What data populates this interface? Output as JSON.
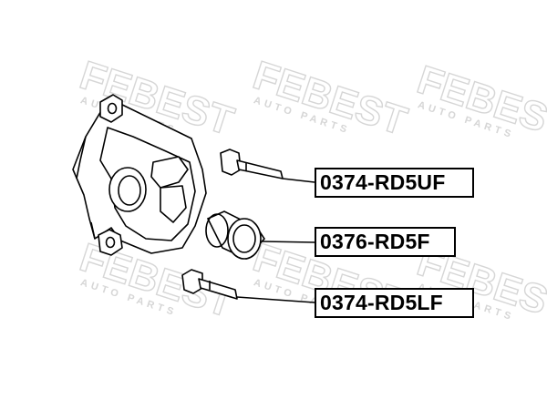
{
  "watermark": {
    "brand": "FEBEST",
    "tagline": "AUTO PARTS",
    "color": "#e4e4e4"
  },
  "parts": [
    {
      "label": "0374-RD5UF",
      "part": "guide-pin-upper"
    },
    {
      "label": "0376-RD5F",
      "part": "caliper-piston"
    },
    {
      "label": "0374-RD5LF",
      "part": "guide-pin-lower"
    }
  ],
  "line_color": "#000000"
}
